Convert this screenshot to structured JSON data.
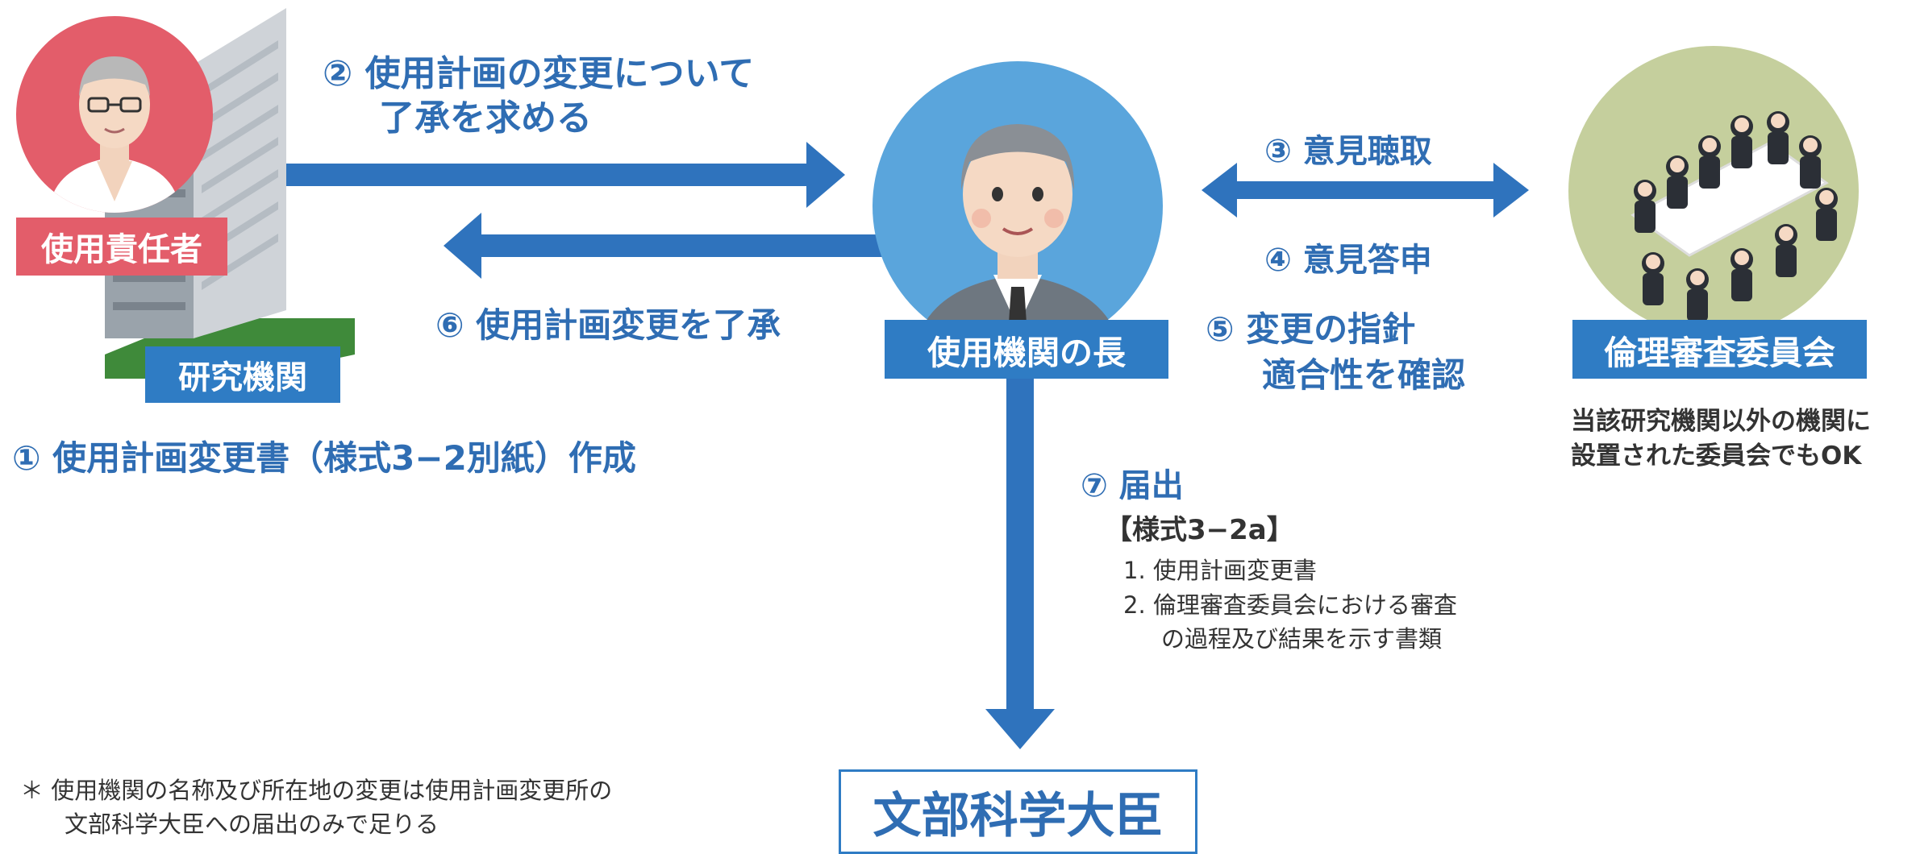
{
  "colors": {
    "accent": "#2f7cc4",
    "arrow": "#2f73bd",
    "researcher_bg": "#e35d6a",
    "director_bg": "#5aa5dc",
    "committee_bg": "#c5cf9d"
  },
  "icons": {
    "researcher": "researcher-avatar-icon",
    "building": "building-icon",
    "director": "director-avatar-icon",
    "committee": "meeting-table-icon"
  },
  "researcher": {
    "role_label": "使用責任者",
    "org_label": "研究機関"
  },
  "director": {
    "label": "使用機関の長"
  },
  "committee": {
    "label": "倫理審査委員会",
    "note_line1": "当該研究機関以外の機関に",
    "note_line2": "設置された委員会でもOK"
  },
  "minister": {
    "label": "文部科学大臣"
  },
  "steps": {
    "s1": "① 使用計画変更書（様式3−2別紙）作成",
    "s2_line1": "② 使用計画の変更について",
    "s2_line2": "了承を求める",
    "s3": "③ 意見聴取",
    "s4": "④ 意見答申",
    "s5_line1": "⑤ 変更の指針",
    "s5_line2": "適合性を確認",
    "s6": "⑥ 使用計画変更を了承",
    "s7": "⑦ 届出"
  },
  "form": {
    "title": "【様式3−2a】",
    "item1": "1. 使用計画変更書",
    "item2_line1": "2. 倫理審査委員会における審査",
    "item2_line2": "の過程及び結果を示す書類"
  },
  "footnote": {
    "line1": "＊ 使用機関の名称及び所在地の変更は使用計画変更所の",
    "line2": "文部科学大臣への届出のみで足りる"
  }
}
